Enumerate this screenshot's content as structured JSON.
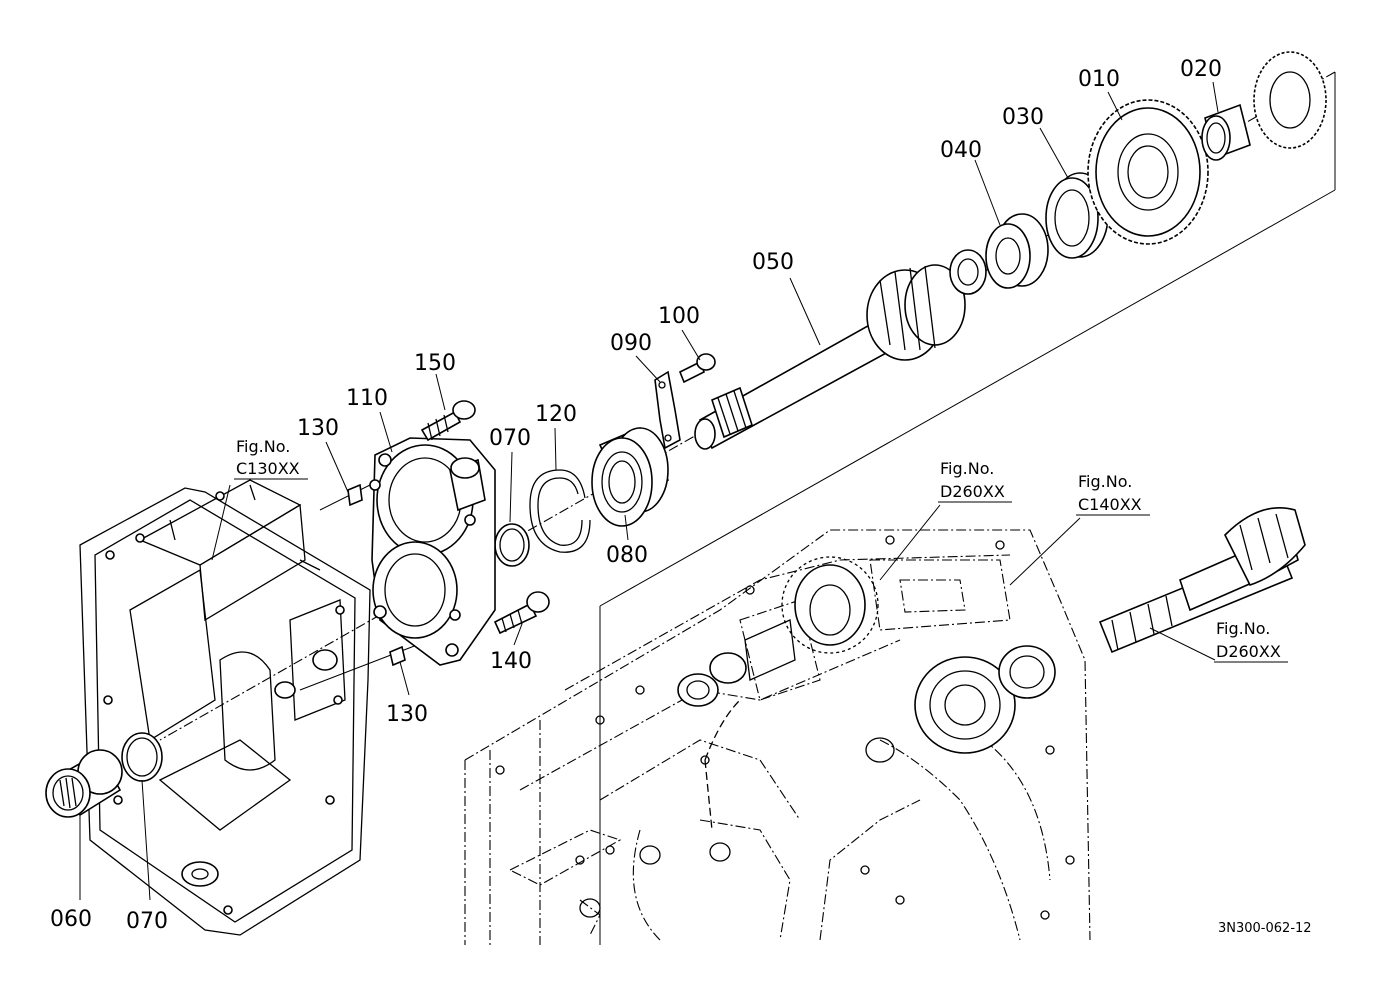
{
  "parts": {
    "p010": "010",
    "p020": "020",
    "p030": "030",
    "p040": "040",
    "p050": "050",
    "p060": "060",
    "p070a": "070",
    "p070b": "070",
    "p080": "080",
    "p090": "090",
    "p100": "100",
    "p110": "110",
    "p120": "120",
    "p130a": "130",
    "p130b": "130",
    "p140": "140",
    "p150": "150"
  },
  "references": {
    "fig_prefix": "Fig.No.",
    "c130": "C130XX",
    "d260_upper": "D260XX",
    "c140": "C140XX",
    "d260_right": "D260XX"
  },
  "drawing_code": "3N300-062-12"
}
